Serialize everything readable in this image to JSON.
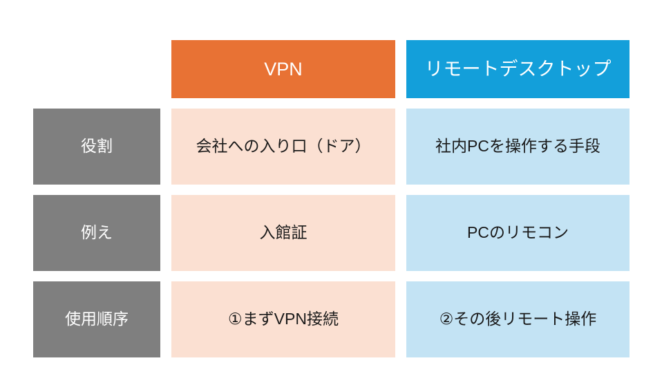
{
  "slide": {
    "background_color": "#FFFFFF",
    "title": ""
  },
  "table": {
    "corner_label": "",
    "columns": [
      {
        "key": "label",
        "header": "",
        "header_bg": "#FFFFFF",
        "header_text_color": "#FFFFFF"
      },
      {
        "key": "vpn",
        "header": "VPN",
        "header_bg": "#E87234",
        "header_text_color": "#FFFFFF",
        "cell_bg": "#FBE0D2"
      },
      {
        "key": "rdp",
        "header": "リモートデスクトップ",
        "header_bg": "#139FDA",
        "header_text_color": "#FFFFFF",
        "cell_bg": "#C3E3F4"
      }
    ],
    "row_label_bg": "#7F7F7F",
    "row_label_text_color": "#FFFFFF",
    "body_text_color": "#1A1A1A",
    "rows": [
      {
        "label": "役割",
        "vpn": "会社への入り口（ドア）",
        "rdp": "社内PCを操作する手段"
      },
      {
        "label": "例え",
        "vpn": "入館証",
        "rdp": "PCのリモコン"
      },
      {
        "label": "使用順序",
        "vpn": "①まずVPN接続",
        "rdp": "②その後リモート操作"
      }
    ]
  }
}
